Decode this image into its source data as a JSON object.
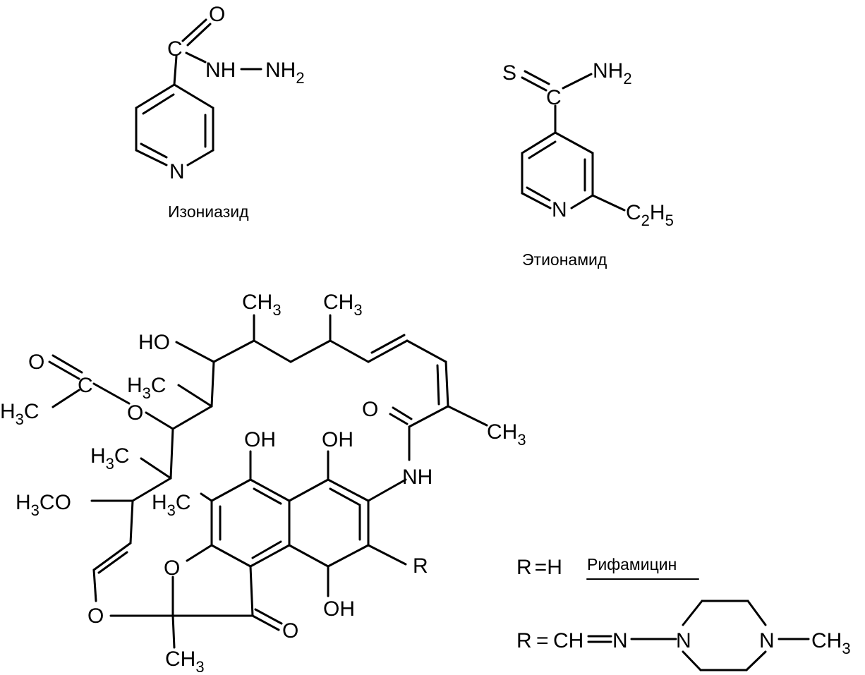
{
  "isoniazid": {
    "name": "Изониазид",
    "atoms": {
      "carbonyl_o": "O",
      "carbonyl_c": "C",
      "nh": "NH",
      "nh2_base": "NH",
      "nh2_sub": "2",
      "ring_n": "N"
    }
  },
  "ethionamide": {
    "name": "Этионамид",
    "atoms": {
      "thio_s": "S",
      "thio_c": "C",
      "nh2_base": "NH",
      "nh2_sub": "2",
      "ring_n": "N",
      "ethyl_c": "C",
      "ethyl_c_sub": "2",
      "ethyl_h": "H",
      "ethyl_h_sub": "5"
    }
  },
  "rifamycin": {
    "labels": {
      "ch3_top1": "CH",
      "ch3_top1_sub": "3",
      "ch3_top2": "CH",
      "ch3_top2_sub": "3",
      "ho": "HO",
      "acetyl_o": "O",
      "acetyl_c": "C",
      "h3c_acetyl": "H",
      "h3c_acetyl_sub": "3",
      "h3c_acetyl_c": "C",
      "ester_o": "O",
      "h3c_1": "H",
      "h3c_1_sub": "3",
      "h3c_1_c": "C",
      "h3c_2": "H",
      "h3c_2_sub": "3",
      "h3c_2_c": "C",
      "h3co": "H",
      "h3co_sub": "3",
      "h3co_co": "CO",
      "h3c_ar": "H",
      "h3c_ar_sub": "3",
      "h3c_ar_c": "C",
      "amide_o": "O",
      "ch3_right": "CH",
      "ch3_right_sub": "3",
      "oh1": "OH",
      "oh2": "OH",
      "nh": "NH",
      "r": "R",
      "ring_o1": "O",
      "ring_o2": "O",
      "keto_o": "O",
      "oh3": "OH",
      "ch3_bottom": "CH",
      "ch3_bottom_sub": "3"
    },
    "variants": {
      "rifamycin_r": "R",
      "rifamycin_eq": "=",
      "rifamycin_h": "H",
      "rifamycin_name": "Рифамицин",
      "rifampicin_r": "R",
      "rifampicin_eq": "=",
      "rifampicin_ch": "CH",
      "rifampicin_n1": "N",
      "rifampicin_n2": "N",
      "rifampicin_n3": "N",
      "rifampicin_ch3": "CH",
      "rifampicin_ch3_sub": "3"
    }
  }
}
